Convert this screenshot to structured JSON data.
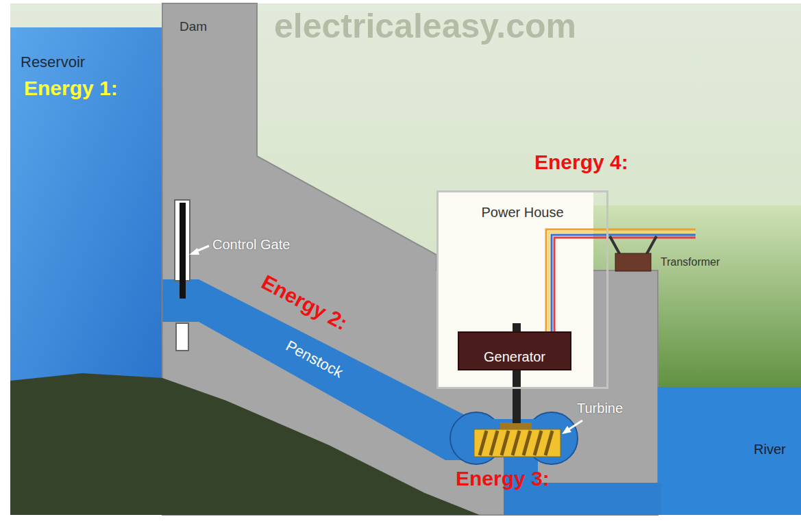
{
  "diagram": {
    "nodes": [
      {
        "text": [
          "Power House"
        ]
      },
      {
        "text": [
          "Generator"
        ],
        "in": 0
      }
    ],
    "labels": [
      "electricaleasy.com",
      "Reservoir",
      "Dam",
      "Energy 1:",
      "Energy 4:",
      "Control Gate",
      "Energy 2:",
      "Penstock",
      "Transformer",
      "Turbine",
      "River",
      "Energy 3:"
    ]
  }
}
